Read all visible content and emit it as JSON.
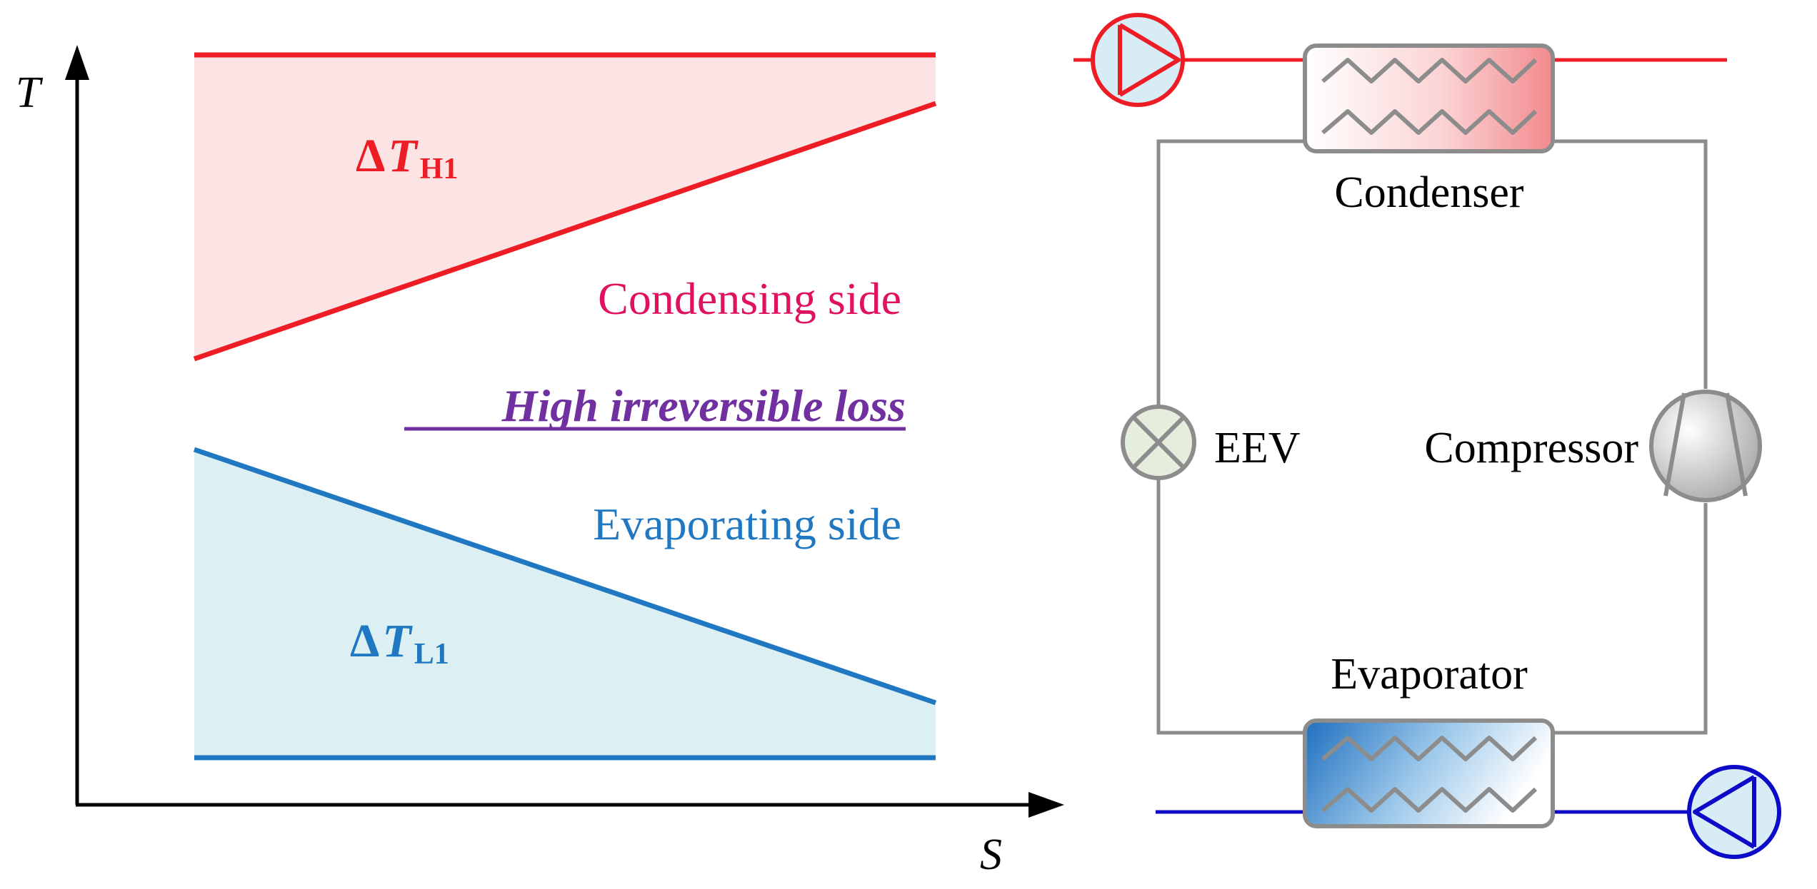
{
  "ts_diagram": {
    "y_axis_label": "T",
    "x_axis_label": "S",
    "delta_hot": {
      "symbol": "Δ",
      "var": "T",
      "sub": "H1"
    },
    "delta_cold": {
      "symbol": "Δ",
      "var": "T",
      "sub": "L1"
    },
    "condensing_label": "Condensing side",
    "loss_label": "High irreversible loss",
    "evaporating_label": "Evaporating side"
  },
  "cycle_diagram": {
    "condenser_label": "Condenser",
    "evaporator_label": "Evaporator",
    "eev_label": "EEV",
    "compressor_label": "Compressor"
  },
  "colors": {
    "hot_line": "#ee1c25",
    "hot_fill": "#fce3e4",
    "hot_text": "#e0115f",
    "cold_line": "#1f78c1",
    "cold_fill": "#dcf0f4",
    "cold_text": "#1f78c1",
    "loss_text": "#7030a0",
    "loop_line": "#8c8c8c",
    "cold_water": "#0b0bc8"
  }
}
